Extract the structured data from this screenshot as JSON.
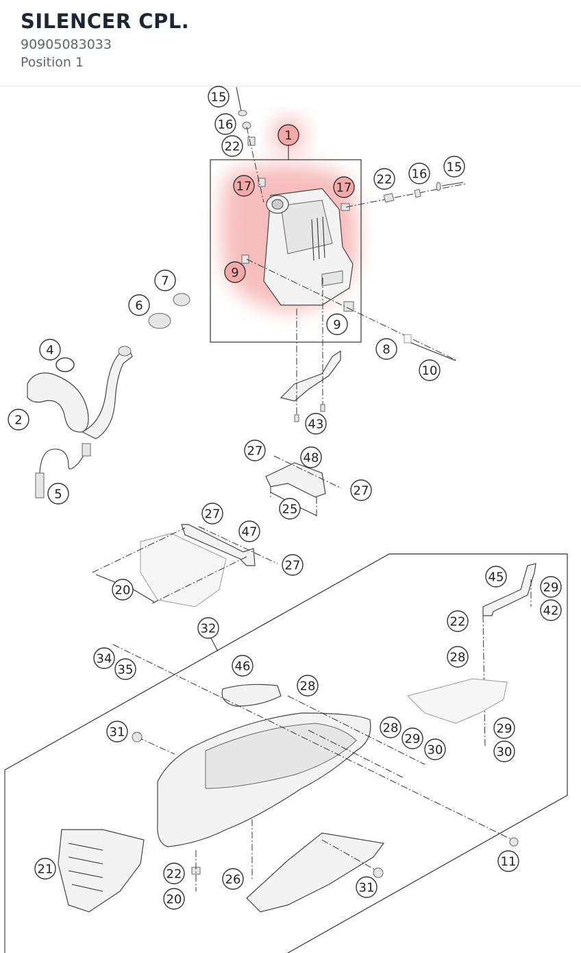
{
  "header": {
    "title": "SILENCER CPL.",
    "part_number": "90905083033",
    "position": "Position 1"
  },
  "colors": {
    "highlight": "#f4a8a8",
    "text_dark": "#1d2733",
    "text_muted": "#5d6670"
  },
  "callouts": [
    {
      "label": "15",
      "highlight": false
    },
    {
      "label": "16",
      "highlight": false
    },
    {
      "label": "22",
      "highlight": false
    },
    {
      "label": "1",
      "highlight": true
    },
    {
      "label": "17",
      "highlight": true
    },
    {
      "label": "17",
      "highlight": true
    },
    {
      "label": "22",
      "highlight": false
    },
    {
      "label": "16",
      "highlight": false
    },
    {
      "label": "15",
      "highlight": false
    },
    {
      "label": "9",
      "highlight": true
    },
    {
      "label": "9",
      "highlight": false
    },
    {
      "label": "7",
      "highlight": false
    },
    {
      "label": "6",
      "highlight": false
    },
    {
      "label": "4",
      "highlight": false
    },
    {
      "label": "8",
      "highlight": false
    },
    {
      "label": "10",
      "highlight": false
    },
    {
      "label": "2",
      "highlight": false
    },
    {
      "label": "43",
      "highlight": false
    },
    {
      "label": "27",
      "highlight": false
    },
    {
      "label": "48",
      "highlight": false
    },
    {
      "label": "5",
      "highlight": false
    },
    {
      "label": "27",
      "highlight": false
    },
    {
      "label": "25",
      "highlight": false
    },
    {
      "label": "27",
      "highlight": false
    },
    {
      "label": "47",
      "highlight": false
    },
    {
      "label": "27",
      "highlight": false
    },
    {
      "label": "45",
      "highlight": false
    },
    {
      "label": "29",
      "highlight": false
    },
    {
      "label": "20",
      "highlight": false
    },
    {
      "label": "42",
      "highlight": false
    },
    {
      "label": "22",
      "highlight": false
    },
    {
      "label": "32",
      "highlight": false
    },
    {
      "label": "28",
      "highlight": false
    },
    {
      "label": "34",
      "highlight": false
    },
    {
      "label": "35",
      "highlight": false
    },
    {
      "label": "46",
      "highlight": false
    },
    {
      "label": "28",
      "highlight": false
    },
    {
      "label": "31",
      "highlight": false
    },
    {
      "label": "28",
      "highlight": false
    },
    {
      "label": "29",
      "highlight": false
    },
    {
      "label": "29",
      "highlight": false
    },
    {
      "label": "30",
      "highlight": false
    },
    {
      "label": "30",
      "highlight": false
    },
    {
      "label": "11",
      "highlight": false
    },
    {
      "label": "21",
      "highlight": false
    },
    {
      "label": "22",
      "highlight": false
    },
    {
      "label": "26",
      "highlight": false
    },
    {
      "label": "31",
      "highlight": false
    },
    {
      "label": "20",
      "highlight": false
    }
  ]
}
